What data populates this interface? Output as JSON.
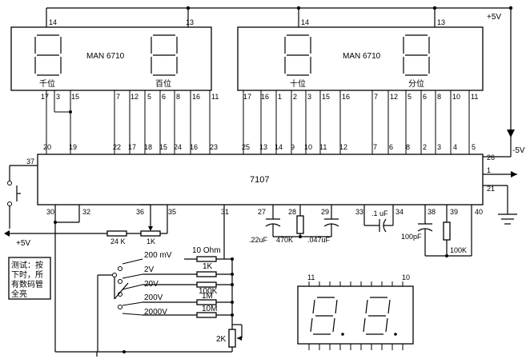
{
  "displays": {
    "left": {
      "part": "MAN 6710",
      "digit_left": "千位",
      "digit_right": "百位"
    },
    "right": {
      "part": "MAN 6710",
      "digit_left": "十位",
      "digit_right": "分位"
    }
  },
  "pins": {
    "disp_left_top": [
      "14",
      "13"
    ],
    "disp_right_top": [
      "14",
      "13"
    ],
    "disp_left_bottom": [
      "17",
      "3",
      "15",
      "7",
      "12",
      "5",
      "6",
      "8",
      "16",
      "11"
    ],
    "disp_right_bottom": [
      "17",
      "16",
      "1",
      "2",
      "3",
      "15",
      "16",
      "7",
      "12",
      "5",
      "6",
      "8",
      "10",
      "11"
    ],
    "ic_top": [
      "20",
      "19",
      "22",
      "17",
      "18",
      "15",
      "24",
      "16",
      "23",
      "25",
      "13",
      "14",
      "9",
      "10",
      "11",
      "12",
      "7",
      "6",
      "8",
      "2",
      "3",
      "4",
      "5"
    ],
    "ic_bottom": [
      "30",
      "32",
      "36",
      "35",
      "31",
      "27",
      "28",
      "29",
      "33",
      "34",
      "38",
      "39",
      "40"
    ],
    "ic_left": "37",
    "ic_right": [
      "26",
      "1",
      "21"
    ],
    "led_top": [
      "11",
      "10"
    ]
  },
  "ic": {
    "name": "7107"
  },
  "supplies": {
    "pos_top": "+5V",
    "neg": "-5V",
    "pos_left": "+5V"
  },
  "components": {
    "r24k": "24 K",
    "r1k_pot": "1K",
    "c22": ".22uF",
    "r470": "470K",
    "c047": ".047uF",
    "c1": ".1 uF",
    "c100p": "100pF",
    "r100k": "100K",
    "r2k": "2K"
  },
  "ranges": [
    {
      "name": "200 mV",
      "resistor": "10 Ohm"
    },
    {
      "name": "2V",
      "resistor": "1K"
    },
    {
      "name": "20V",
      "resistor": "100K"
    },
    {
      "name": "200V",
      "resistor": "1M"
    },
    {
      "name": "2000V",
      "resistor": "10M"
    }
  ],
  "note": {
    "line1": "测试：按",
    "line2": "下时，所",
    "line3": "有数码管",
    "line4": "全亮"
  }
}
